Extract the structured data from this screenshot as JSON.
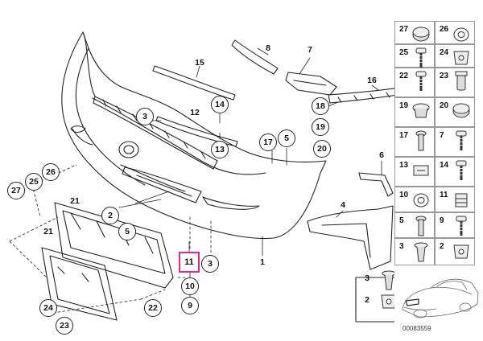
{
  "diagram": {
    "reference_code": "00083559",
    "highlighted_part": "11",
    "callouts": [
      {
        "label": "15",
        "style": "plain"
      },
      {
        "label": "8",
        "style": "plain"
      },
      {
        "label": "7",
        "style": "plain"
      },
      {
        "label": "16",
        "style": "plain"
      },
      {
        "label": "18",
        "style": "circle"
      },
      {
        "label": "19",
        "style": "circle"
      },
      {
        "label": "20",
        "style": "circle"
      },
      {
        "label": "14",
        "style": "circle"
      },
      {
        "label": "12",
        "style": "plain"
      },
      {
        "label": "13",
        "style": "circle"
      },
      {
        "label": "3",
        "style": "circle"
      },
      {
        "label": "17",
        "style": "circle"
      },
      {
        "label": "5",
        "style": "circle"
      },
      {
        "label": "6",
        "style": "plain"
      },
      {
        "label": "4",
        "style": "plain"
      },
      {
        "label": "1",
        "style": "plain"
      },
      {
        "label": "2",
        "style": "circle"
      },
      {
        "label": "5",
        "style": "circle"
      },
      {
        "label": "11",
        "style": "highlight"
      },
      {
        "label": "3",
        "style": "circle"
      },
      {
        "label": "10",
        "style": "circle"
      },
      {
        "label": "9",
        "style": "circle"
      },
      {
        "label": "26",
        "style": "circle"
      },
      {
        "label": "25",
        "style": "circle"
      },
      {
        "label": "27",
        "style": "circle"
      },
      {
        "label": "21",
        "style": "plain"
      },
      {
        "label": "21",
        "style": "plain"
      },
      {
        "label": "24",
        "style": "circle"
      },
      {
        "label": "22",
        "style": "circle"
      },
      {
        "label": "23",
        "style": "circle"
      }
    ],
    "panels": [
      {
        "label": "27",
        "icon": "grommet-icon"
      },
      {
        "label": "26",
        "icon": "washer-icon"
      },
      {
        "label": "25",
        "icon": "screw-icon"
      },
      {
        "label": "24",
        "icon": "clip-nut-icon"
      },
      {
        "label": "22",
        "icon": "screw-icon"
      },
      {
        "label": "23",
        "icon": "expansion-rivet-icon"
      },
      {
        "label": "19",
        "icon": "plug-icon"
      },
      {
        "label": "20",
        "icon": "grommet-icon"
      },
      {
        "label": "17",
        "icon": "rivet-icon"
      },
      {
        "label": "7",
        "icon": "screw-icon"
      },
      {
        "label": "13",
        "icon": "clip-plate-icon"
      },
      {
        "label": "14",
        "icon": "screw-icon"
      },
      {
        "label": "10",
        "icon": "washer-icon"
      },
      {
        "label": "11",
        "icon": "cap-nut-icon"
      },
      {
        "label": "5",
        "icon": "rivet-icon"
      },
      {
        "label": "9",
        "icon": "screw-icon"
      },
      {
        "label": "3",
        "icon": "expanding-clip-icon"
      },
      {
        "label": "2",
        "icon": "clip-nut-icon"
      }
    ],
    "car_thumbnail": "car-icon"
  }
}
